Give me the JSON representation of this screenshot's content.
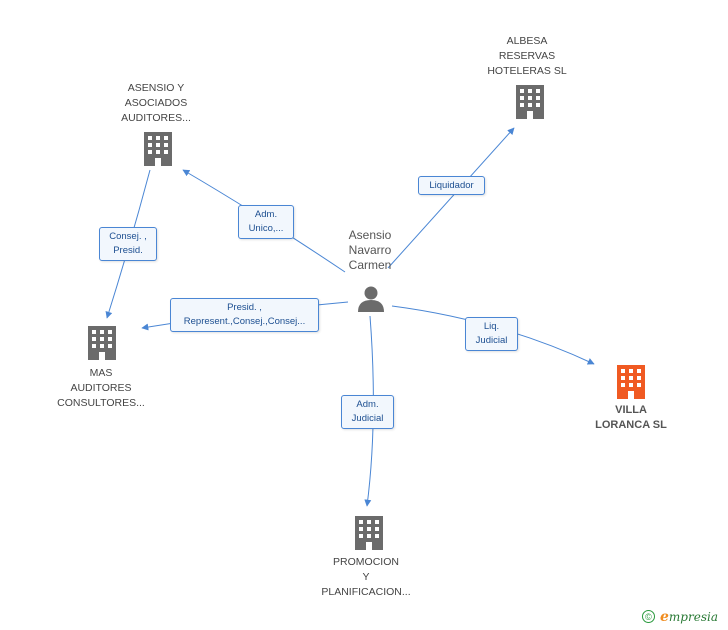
{
  "person": {
    "name": "Asensio\nNavarro\nCarmen"
  },
  "companies": {
    "albesa": {
      "name": "ALBESA\nRESERVAS\nHOTELERAS SL"
    },
    "asensio": {
      "name": "ASENSIO Y\nASOCIADOS\nAUDITORES..."
    },
    "mas": {
      "name": "MAS\nAUDITORES\nCONSULTORES..."
    },
    "villa": {
      "name": "VILLA\nLORANCA SL",
      "color": "#f05a22"
    },
    "promocion": {
      "name": "PROMOCION\nY\nPLANIFICACION..."
    }
  },
  "edges": {
    "liquidador": "Liquidador",
    "adm_unico": "Adm.\nUnico,...",
    "consej_presid": "Consej. ,\nPresid.",
    "presid_represent": "Presid. ,\nRepresent.,Consej.,Consej...",
    "liq_judicial": "Liq.\nJudicial",
    "adm_judicial": "Adm.\nJudicial"
  },
  "colors": {
    "building": "#6b6b6b",
    "highlight": "#f05a22",
    "edge": "#4a86d4",
    "person": "#6b6b6b"
  },
  "footer": {
    "copyright": "©",
    "brand_initial": "e",
    "brand_rest": "mpresia"
  }
}
